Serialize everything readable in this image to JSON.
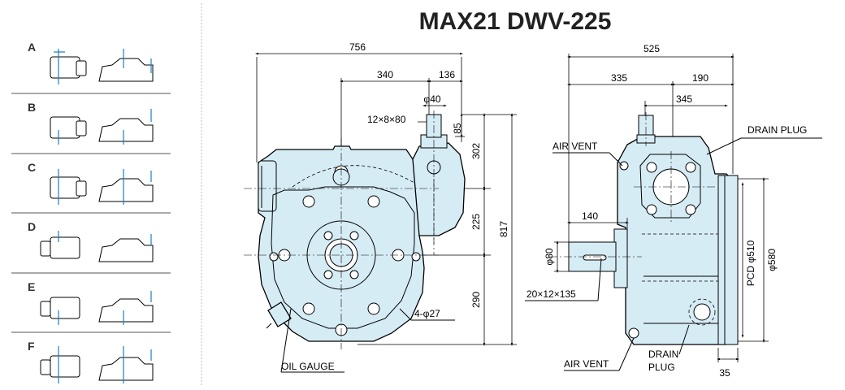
{
  "title": "MAX21 DWV-225",
  "variants": [
    "A",
    "B",
    "C",
    "D",
    "E",
    "F"
  ],
  "front_view": {
    "dims": {
      "overall_width": "756",
      "center_offset": "340",
      "shaft_offset": "136",
      "shaft_dia": "φ40",
      "key": "12×8×80",
      "shaft_len": "85",
      "upper_height": "302",
      "center_height": "225",
      "base_height": "290",
      "overall_height": "817",
      "bolt_holes": "4-φ27"
    },
    "labels": {
      "oil_gauge": "OIL GAUGE"
    }
  },
  "side_view": {
    "dims": {
      "overall_width": "525",
      "left_offset": "335",
      "right_offset": "190",
      "mid_offset": "345",
      "shaft_len": "140",
      "shaft_dia": "φ80",
      "key": "20×12×135",
      "pcd": "PCD φ510",
      "flange_dia": "φ580",
      "flange_thk": "35"
    },
    "labels": {
      "drain_plug_top": "DRAIN PLUG",
      "air_vent_top": "AIR VENT",
      "air_vent_bottom": "AIR VENT",
      "drain_line1": "DRAIN",
      "drain_line2": "PLUG"
    }
  }
}
